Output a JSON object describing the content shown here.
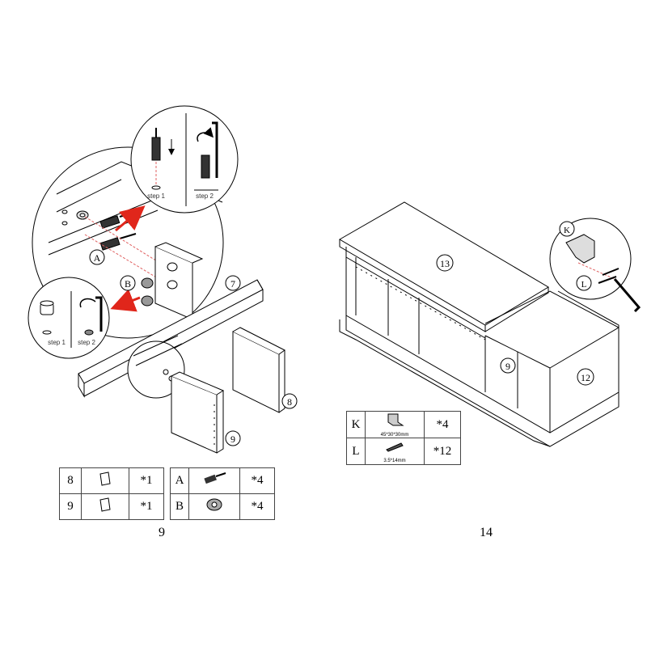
{
  "step9": {
    "page_number": "9",
    "callout_labels": {
      "a": "A",
      "b": "B",
      "panel7": "7",
      "panel8": "8",
      "panel9": "9"
    },
    "detail_top": {
      "step1": "step 1",
      "step2": "step 2"
    },
    "detail_left": {
      "step1": "step 1",
      "step2": "step 2"
    },
    "parts_panels": [
      {
        "id": "8",
        "qty": "*1"
      },
      {
        "id": "9",
        "qty": "*1"
      }
    ],
    "parts_hardware": [
      {
        "id": "A",
        "qty": "*4"
      },
      {
        "id": "B",
        "qty": "*4"
      }
    ]
  },
  "step14": {
    "page_number": "14",
    "callout_labels": {
      "top": "13",
      "left_cell": "9",
      "right_side": "12",
      "k": "K",
      "l": "L"
    },
    "parts": [
      {
        "id": "K",
        "spec": "45*30*30mm",
        "qty": "*4"
      },
      {
        "id": "L",
        "spec": "3.5*14mm",
        "qty": "*12"
      }
    ]
  },
  "colors": {
    "arrow": "#e0261b",
    "line": "#000000",
    "guide": "#e06060"
  }
}
